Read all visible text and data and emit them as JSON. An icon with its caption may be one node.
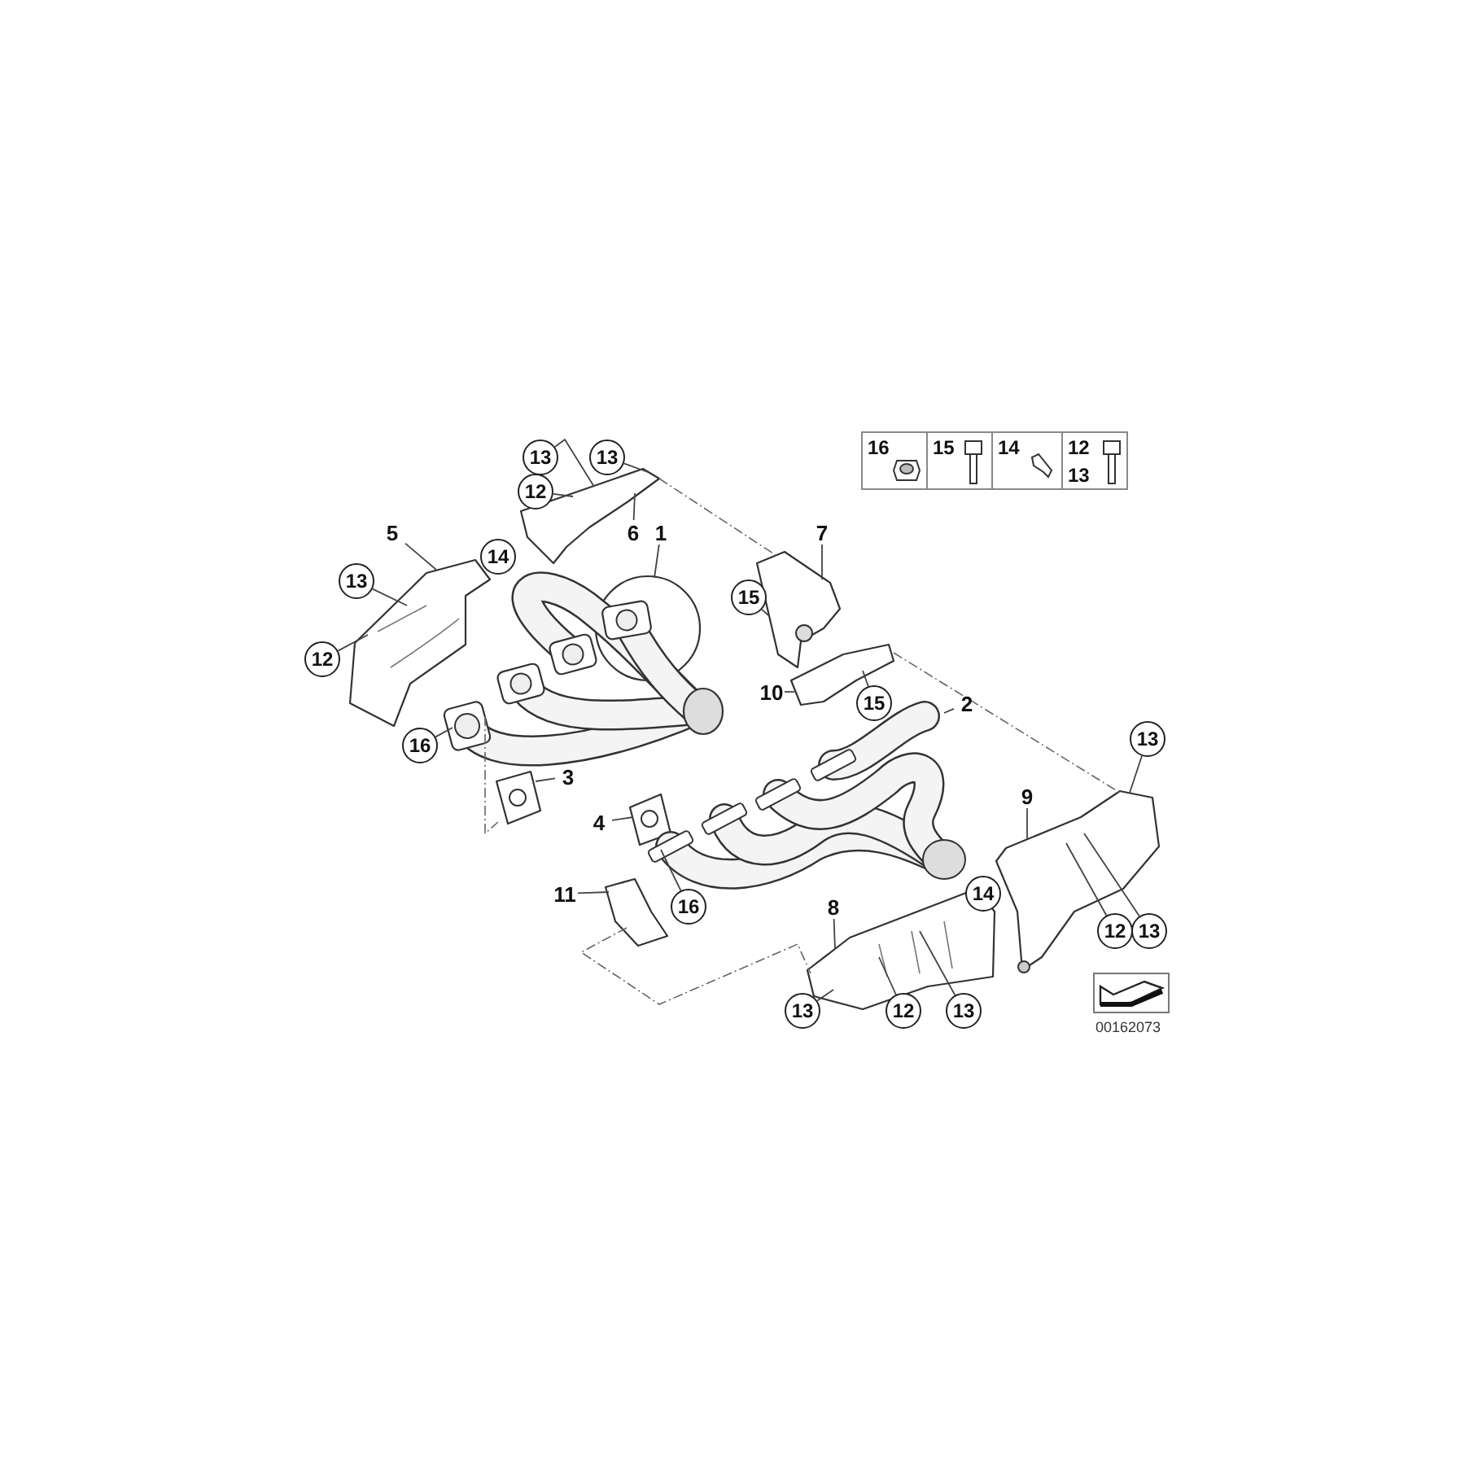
{
  "diagram": {
    "nodes": [
      {
        "text": [
          "13"
        ]
      },
      {
        "text": [
          "13"
        ]
      },
      {
        "text": [
          "12"
        ]
      },
      {
        "text": [
          "5"
        ]
      },
      {
        "text": [
          "6"
        ]
      },
      {
        "text": [
          "1"
        ]
      },
      {
        "text": [
          "7"
        ]
      },
      {
        "text": [
          "14"
        ]
      },
      {
        "text": [
          "13"
        ]
      },
      {
        "text": [
          "15"
        ]
      },
      {
        "text": [
          "12"
        ]
      },
      {
        "text": [
          "10"
        ]
      },
      {
        "text": [
          "15"
        ]
      },
      {
        "text": [
          "2"
        ]
      },
      {
        "text": [
          "16"
        ]
      },
      {
        "text": [
          "13"
        ]
      },
      {
        "text": [
          "3"
        ]
      },
      {
        "text": [
          "9"
        ]
      },
      {
        "text": [
          "4"
        ]
      },
      {
        "text": [
          "14"
        ]
      },
      {
        "text": [
          "11"
        ]
      },
      {
        "text": [
          "8"
        ]
      },
      {
        "text": [
          "16"
        ]
      },
      {
        "text": [
          "12"
        ]
      },
      {
        "text": [
          "13"
        ]
      },
      {
        "text": [
          "13"
        ]
      },
      {
        "text": [
          "12"
        ]
      },
      {
        "text": [
          "13"
        ]
      },
      {
        "text": [],
        "shape": "picture"
      },
      {
        "text": [],
        "shape": "picture"
      },
      {
        "text": [],
        "shape": "picture"
      },
      {
        "text": [],
        "shape": "picture"
      },
      {
        "text": [],
        "shape": "picture"
      },
      {
        "text": [],
        "shape": "picture"
      },
      {
        "text": [],
        "shape": "picture"
      },
      {
        "text": [],
        "shape": "picture"
      },
      {
        "text": [],
        "shape": "picture"
      },
      {
        "text": [],
        "shape": "picture"
      },
      {
        "text": [],
        "shape": "picture"
      }
    ],
    "edges": [
      {
        "from": 0,
        "to": 29,
        "arrow": "none"
      },
      {
        "from": 1,
        "to": 29,
        "arrow": "none"
      },
      {
        "from": 2,
        "to": 29,
        "arrow": "none"
      },
      {
        "from": 3,
        "to": 28,
        "arrow": "none"
      },
      {
        "from": 4,
        "to": 29,
        "arrow": "none"
      },
      {
        "from": 5,
        "to": 30,
        "arrow": "none"
      },
      {
        "from": 6,
        "to": 31,
        "arrow": "none"
      },
      {
        "from": 8,
        "to": 28,
        "arrow": "none"
      },
      {
        "from": 9,
        "to": 31,
        "arrow": "none"
      },
      {
        "from": 10,
        "to": 28,
        "arrow": "none"
      },
      {
        "from": 11,
        "to": 32,
        "arrow": "none"
      },
      {
        "from": 12,
        "to": 32,
        "arrow": "none"
      },
      {
        "from": 13,
        "to": 35,
        "arrow": "none"
      },
      {
        "from": 14,
        "to": 30,
        "arrow": "none"
      },
      {
        "from": 15,
        "to": 38,
        "arrow": "none"
      },
      {
        "from": 16,
        "to": 33,
        "arrow": "none"
      },
      {
        "from": 17,
        "to": 38,
        "arrow": "none"
      },
      {
        "from": 18,
        "to": 34,
        "arrow": "none"
      },
      {
        "from": 20,
        "to": 36,
        "arrow": "none"
      },
      {
        "from": 21,
        "to": 37,
        "arrow": "none"
      },
      {
        "from": 22,
        "to": 35,
        "arrow": "none"
      },
      {
        "from": 23,
        "to": 38,
        "arrow": "none"
      },
      {
        "from": 24,
        "to": 38,
        "arrow": "none"
      },
      {
        "from": 25,
        "to": 37,
        "arrow": "none"
      },
      {
        "from": 26,
        "to": 37,
        "arrow": "none"
      },
      {
        "from": 27,
        "to": 37,
        "arrow": "none"
      },
      {
        "from": 29,
        "to": 31,
        "arrow": "none",
        "style": "dashed"
      },
      {
        "from": 32,
        "to": 38,
        "arrow": "none",
        "style": "dashed"
      },
      {
        "from": 36,
        "to": 37,
        "arrow": "none",
        "style": "dashed"
      },
      {
        "from": 30,
        "to": 33,
        "arrow": "none",
        "style": "dashed"
      }
    ],
    "labels": [
      "16",
      "15",
      "14",
      "12",
      "13",
      "00162073"
    ]
  }
}
